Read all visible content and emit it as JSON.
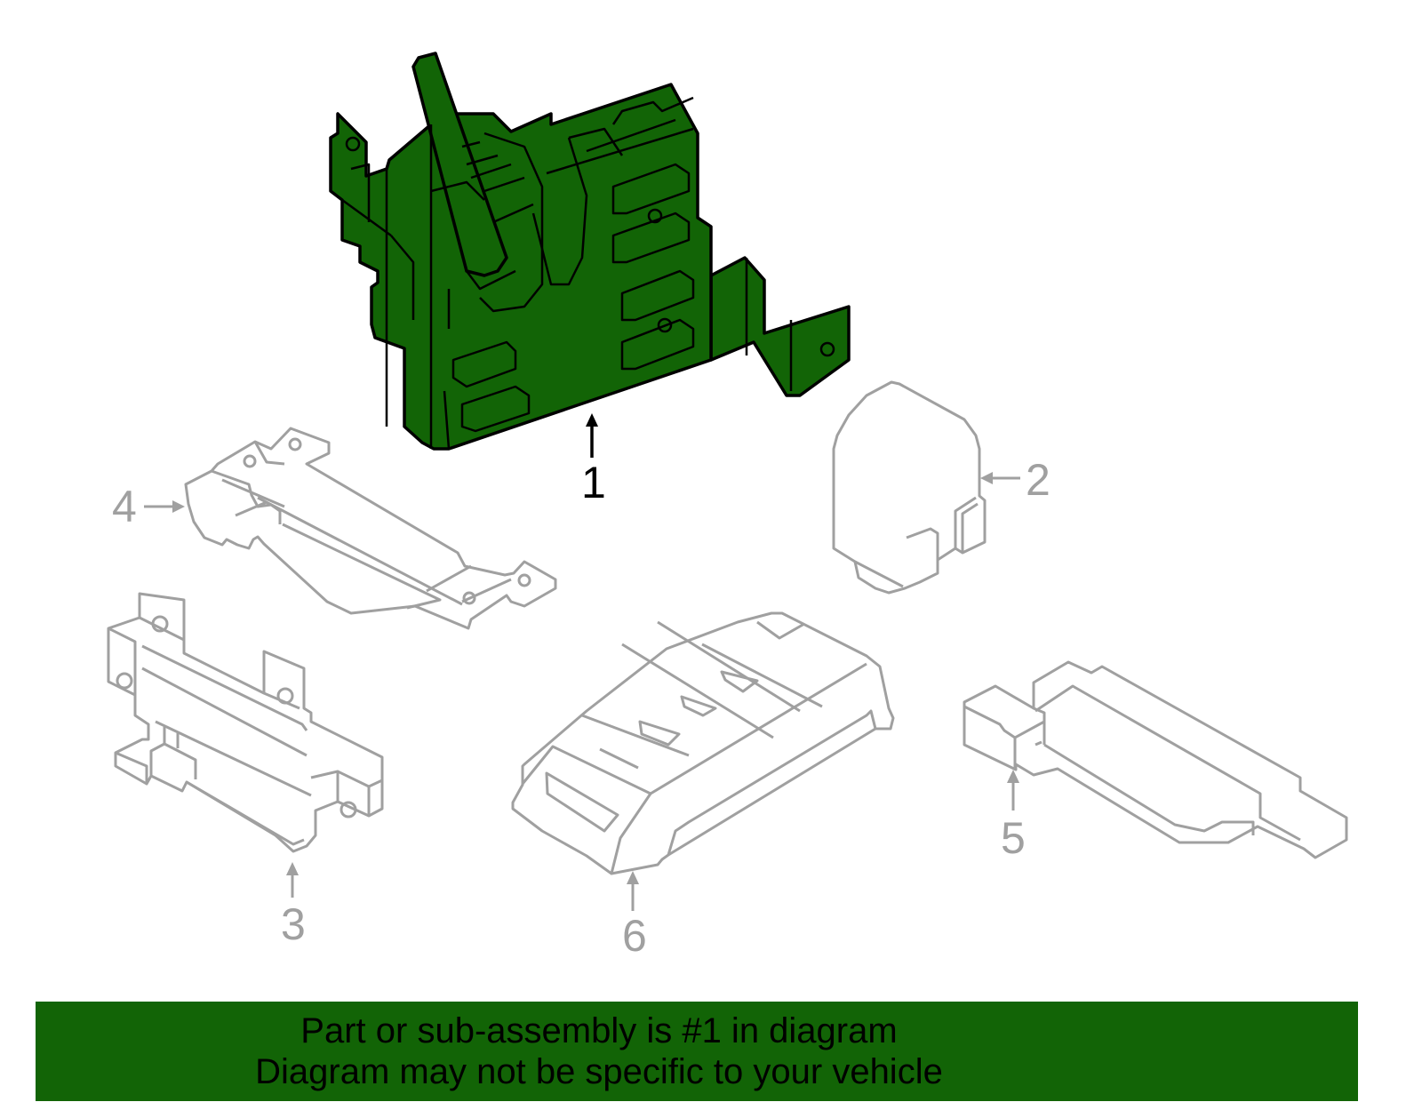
{
  "diagram": {
    "colors": {
      "highlight_fill": "#126406",
      "highlight_stroke": "#000000",
      "part_stroke": "#a0a0a0",
      "banner_bg": "#126406"
    },
    "callouts": [
      {
        "number": "1",
        "part": "body-control-module",
        "highlighted": true
      },
      {
        "number": "2",
        "part": "module-cover",
        "highlighted": false
      },
      {
        "number": "3",
        "part": "antenna-rear",
        "highlighted": false
      },
      {
        "number": "4",
        "part": "antenna-interior",
        "highlighted": false
      },
      {
        "number": "5",
        "part": "antenna-bumper",
        "highlighted": false
      },
      {
        "number": "6",
        "part": "key-fob-transmitter",
        "highlighted": false
      }
    ]
  },
  "banner": {
    "line1": "Part or sub-assembly is #1 in diagram",
    "line2": "Diagram may not be specific to your vehicle"
  }
}
